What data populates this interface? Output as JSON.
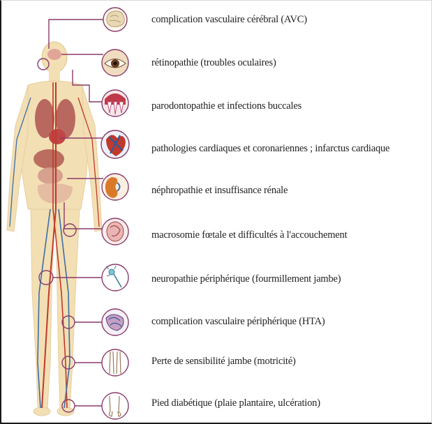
{
  "labels": [
    "complication vasculaire cérébral (AVC)",
    "rétinopathie (troubles oculaires)",
    "parodontopathie et  infections buccales",
    "pathologies cardiaques et coronariennes ; infarctus cardiaque",
    "néphropathie et insuffisance rénale",
    "macrosomie fœtale et difficultés à l'accouchement",
    "neuropathie périphérique (fourmillement jambe)",
    "complication vasculaire périphérique (HTA)",
    "Perte de sensibilité jambe (motricité)",
    "Pied diabétique (plaie plantaire, ulcération)"
  ],
  "icons": [
    "brain-icon",
    "eye-icon",
    "teeth-icon",
    "heart-icon",
    "kidney-icon",
    "fetus-icon",
    "nerve-icon",
    "blood-vessels-icon",
    "legs-icon",
    "feet-icon"
  ],
  "colors": {
    "connector": "#8a3a6a",
    "text": "#222222",
    "artery": "#c0392b",
    "vein": "#3b6ea5",
    "skin": "#f3dfb4",
    "organ": "#b85a5a"
  }
}
